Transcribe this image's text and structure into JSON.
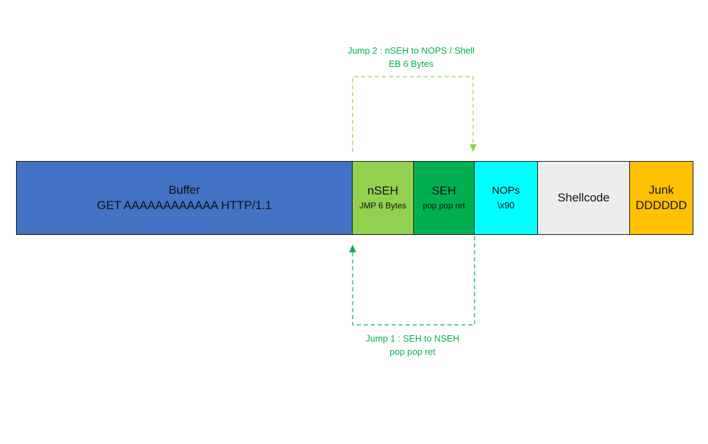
{
  "colors": {
    "buffer": "#4472C4",
    "nseh": "#92D050",
    "seh": "#00B050",
    "nops": "#00FFFF",
    "shellcode": "#EDEDED",
    "junk": "#FFC000",
    "jump2_arrow": "#92D050",
    "jump2_text": "#00B050",
    "jump1_arrow": "#00B050",
    "jump1_text": "#00B050"
  },
  "segments": {
    "buffer": {
      "title": "Buffer",
      "detail": "GET AAAAAAAAAAAA HTTP/1.1"
    },
    "nseh": {
      "title": "nSEH",
      "detail": "JMP 6 Bytes"
    },
    "seh": {
      "title": "SEH",
      "detail": "pop pop ret"
    },
    "nops": {
      "title": "NOPs",
      "detail": "\\x90"
    },
    "shellcode": {
      "title": "Shellcode"
    },
    "junk": {
      "title": "Junk",
      "detail": "DDDDDD"
    }
  },
  "jump2": {
    "line1": "Jump 2 : nSEH to NOPS / Shell",
    "line2": "EB 6 Bytes"
  },
  "jump1": {
    "line1": "Jump 1 : SEH to NSEH",
    "line2": "pop pop ret"
  }
}
